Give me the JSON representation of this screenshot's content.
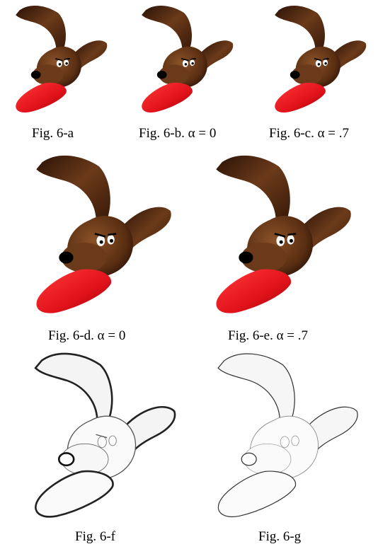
{
  "figure": {
    "captions": {
      "a": "Fig. 6-a",
      "b": "Fig. 6-b. α = 0",
      "c": "Fig. 6-c. α = .7",
      "d": "Fig. 6-d. α = 0",
      "e": "Fig. 6-e. α = .7",
      "f": "Fig. 6-f",
      "g": "Fig. 6-g"
    }
  },
  "colors": {
    "fur": "#5a2e12",
    "fur_dark": "#1e0d04",
    "tongue": "#e0121a",
    "nose": "#000000",
    "paper": "#ffffff"
  }
}
